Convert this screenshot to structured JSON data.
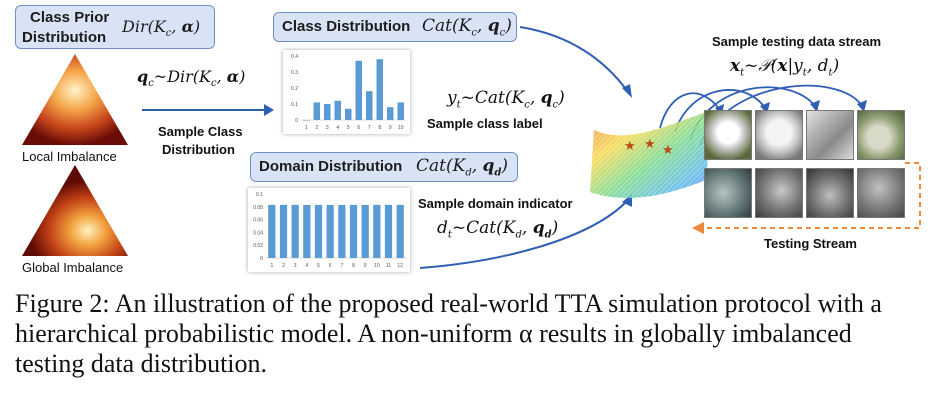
{
  "figure": {
    "prior_box": {
      "line1": "Class Prior",
      "line2": "Distribution",
      "math": "Dir(K_c, α)"
    },
    "prior_math_line": "Dir(Kc, α)",
    "local_label": "Local Imbalance",
    "global_label": "Global Imbalance",
    "sample_dist_math": "qc ~ Dir(Kc, α)",
    "sample_dist_line1": "Sample Class",
    "sample_dist_line2": "Distribution",
    "class_box": {
      "title": "Class Distribution",
      "math": "Cat(Kc, qc)"
    },
    "class_label_math": "yt ~ Cat(Kc, qc)",
    "class_label_text": "Sample class label",
    "domain_box": {
      "title": "Domain Distribution",
      "math": "Cat(Kd, qd)"
    },
    "domain_text": "Sample domain indicator",
    "domain_math": "dt ~ Cat(Kd, qd)",
    "stream_title": "Sample testing data stream",
    "stream_math": "xt ~ 𝒫(x|yt, dt)",
    "testing_stream_label": "Testing Stream"
  },
  "caption": {
    "prefix": "Figure 2:",
    "text": " An illustration of the proposed real-world TTA simulation protocol with a hierarchical probabilistic model. A non-uniform α results in globally imbalanced testing data distribution."
  },
  "chart_data": [
    {
      "type": "bar",
      "title": "",
      "categories": [
        "1",
        "2",
        "3",
        "4",
        "5",
        "6",
        "7",
        "8",
        "9",
        "10"
      ],
      "values": [
        0.0,
        0.11,
        0.1,
        0.12,
        0.07,
        0.37,
        0.18,
        0.38,
        0.08,
        0.11
      ],
      "ylim": [
        0,
        0.4
      ],
      "yticks": [
        "0",
        "0.1",
        "0.2",
        "0.3",
        "0.4"
      ],
      "color": "#5b9bd5"
    },
    {
      "type": "bar",
      "title": "",
      "categories": [
        "1",
        "2",
        "3",
        "4",
        "5",
        "6",
        "7",
        "8",
        "9",
        "10",
        "11",
        "12"
      ],
      "values": [
        0.083,
        0.083,
        0.083,
        0.083,
        0.083,
        0.083,
        0.083,
        0.083,
        0.083,
        0.083,
        0.083,
        0.083
      ],
      "ylim": [
        0,
        0.1
      ],
      "yticks": [
        "0",
        "0.02",
        "0.04",
        "0.06",
        "0.08",
        "0.1"
      ],
      "color": "#5b9bd5"
    }
  ]
}
